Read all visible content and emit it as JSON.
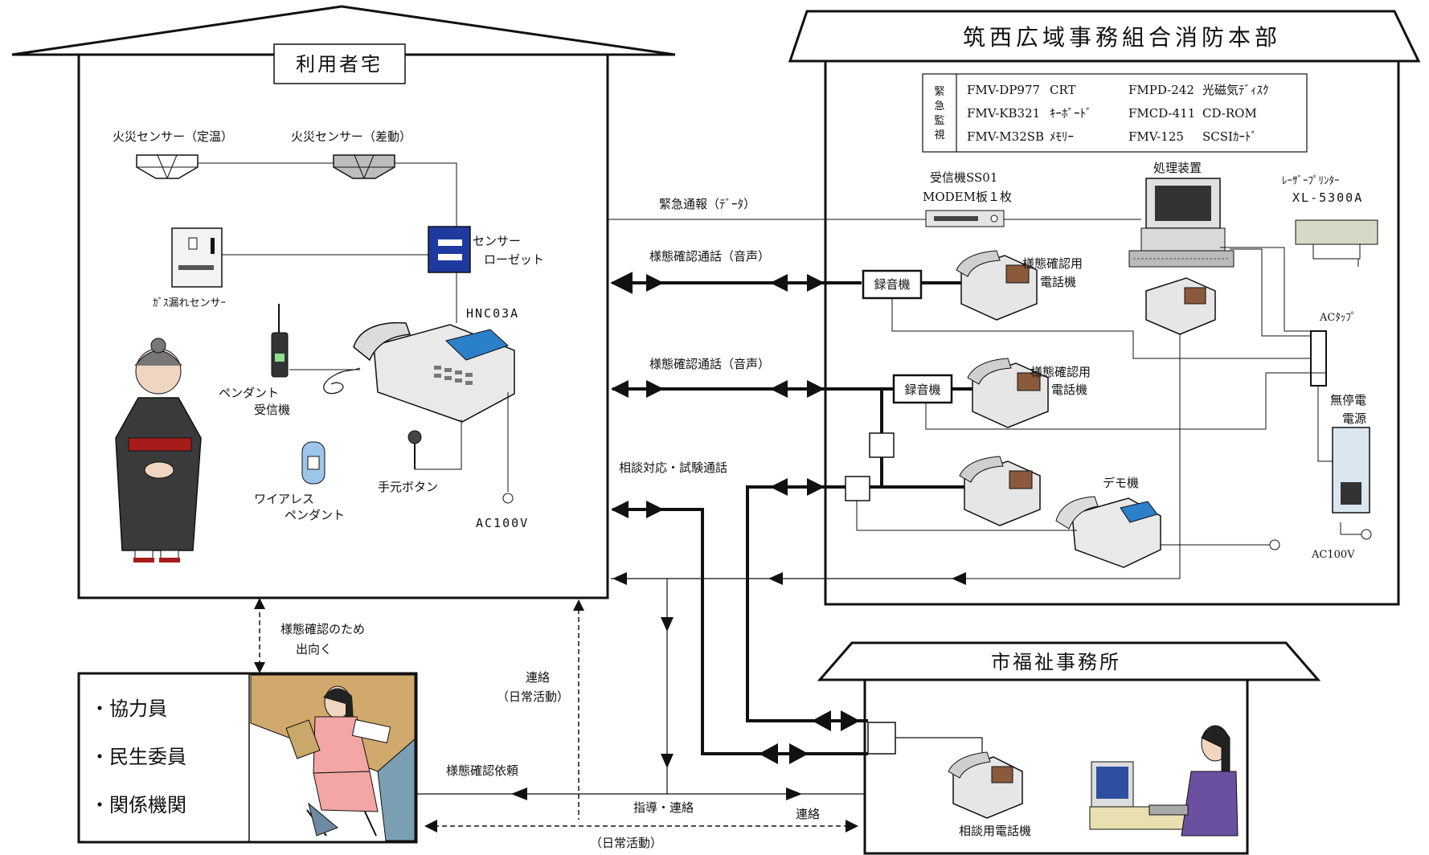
{
  "user_home": {
    "title": "利用者宅",
    "fire_sensor_fixed": "火災センサー（定温）",
    "fire_sensor_diff": "火災センサー（差動）",
    "gas_sensor": "ｶﾞｽ漏れセンサｰ",
    "sensor_outlet_line1": "センサー",
    "sensor_outlet_line2": "ローゼット",
    "device_model": "HNC03A",
    "pendant_receiver_line1": "ペンダント",
    "pendant_receiver_line2": "受信機",
    "wireless_pendant_line1": "ワイアレス",
    "wireless_pendant_line2": "ペンダント",
    "hand_button": "手元ボタン",
    "ac_power": "AC100V"
  },
  "hq": {
    "title": "筑西広域事務組合消防本部",
    "monitor_label_chars": [
      "緊",
      "急",
      "監",
      "視"
    ],
    "equipment_list": [
      {
        "model": "FMV-DP977",
        "desc": "CRT"
      },
      {
        "model": "FMV-KB321",
        "desc": "ｷｰﾎﾞｰﾄﾞ"
      },
      {
        "model": "FMV-M32SB",
        "desc": "ﾒﾓﾘｰ"
      },
      {
        "model": "FMPD-242",
        "desc": "光磁気ﾃﾞｨｽｸ"
      },
      {
        "model": "FMCD-411",
        "desc": "CD-ROM"
      },
      {
        "model": "FMV-125",
        "desc": "SCSIｶｰﾄﾞ"
      }
    ],
    "receiver_line1": "受信機SS01",
    "receiver_line2": "MODEM板１枚",
    "processor": "処理装置",
    "printer_line1": "ﾚｰｻﾞｰﾌﾟﾘﾝﾀｰ",
    "printer_line2": "XL-5300A",
    "recorder": "録音機",
    "phone_label_line1": "様態確認用",
    "phone_label_line2": "電話機",
    "ac_tap": "ACﾀｯﾌﾟ",
    "ups_line1": "無停電",
    "ups_line2": "電源",
    "demo": "デモ機",
    "ac_power": "AC100V"
  },
  "links": {
    "emergency_data": "緊急通報（ﾃﾞｰﾀ）",
    "voice_call_1": "様態確認通話（音声）",
    "voice_call_2": "様態確認通話（音声）",
    "consult_call": "相談対応・試験通話",
    "go_check_line1": "様態確認のため",
    "go_check_line2": "出向く",
    "contact": "連絡",
    "daily_activity": "（日常活動）",
    "request": "様態確認依頼",
    "guidance": "指導・連絡",
    "contact2": "連絡",
    "daily_activity2": "（日常活動）"
  },
  "welfare": {
    "title": "市福祉事務所",
    "consult_phone": "相談用電話機"
  },
  "cooperators": {
    "items": [
      "・協力員",
      "・民生委員",
      "・関係機関"
    ]
  },
  "colors": {
    "line": "#111111",
    "wall": "#d2a96c",
    "dress_pink": "#f4a5a5",
    "kimono": "#3a3a3a",
    "obi": "#a71b1b",
    "screen": "#2c7fc9",
    "person_purple": "#6b4fa0"
  }
}
